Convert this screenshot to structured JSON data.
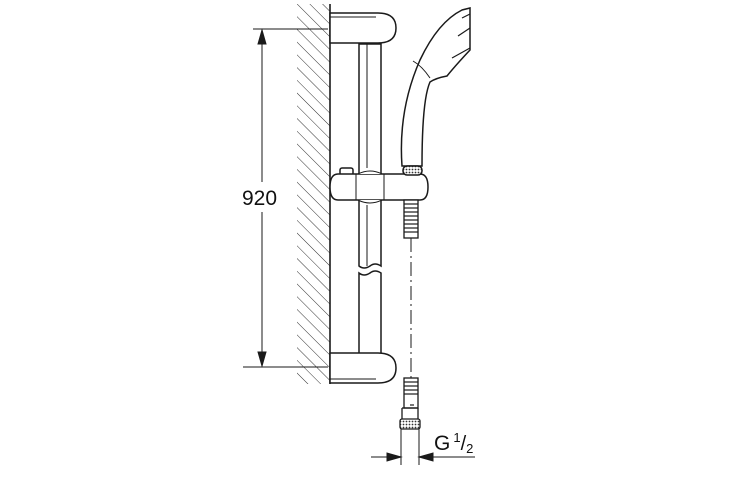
{
  "drawing": {
    "subject": "Shower rail set with hand shower, wall mounted",
    "line_color": "#1a1a1a",
    "background": "#ffffff",
    "dimensions": {
      "height": {
        "value": "920"
      },
      "connection": {
        "prefix": "G",
        "numerator": "1",
        "slash": "/",
        "denominator": "2"
      }
    },
    "components": [
      {
        "name": "wall",
        "style": "hatched"
      },
      {
        "name": "upper-wall-bracket"
      },
      {
        "name": "lower-wall-bracket"
      },
      {
        "name": "shower-rail"
      },
      {
        "name": "sliding-holder"
      },
      {
        "name": "hand-shower"
      },
      {
        "name": "shower-hose"
      },
      {
        "name": "hose-nut"
      }
    ]
  }
}
